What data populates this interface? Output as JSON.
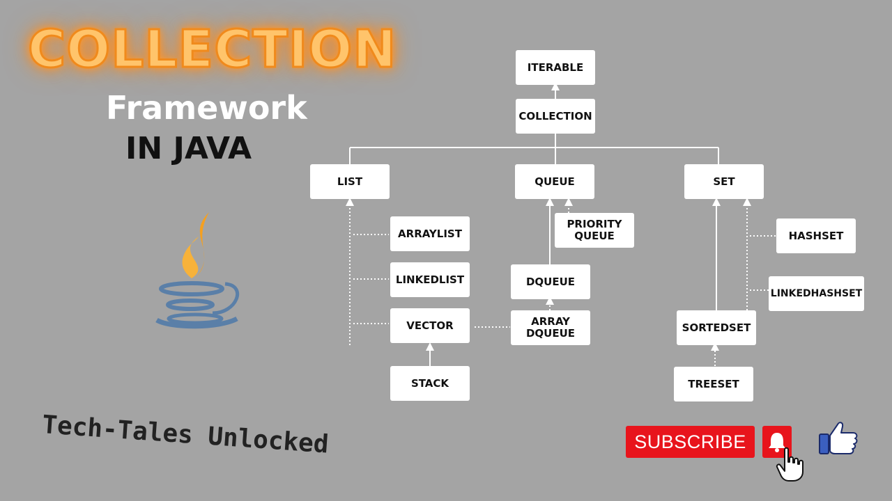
{
  "title": {
    "main": "COLLECTION",
    "sub": "Framework",
    "lang": "IN JAVA"
  },
  "brand": "Tech-Tales Unlocked",
  "subscribe": {
    "label": "SUBSCRIBE"
  },
  "diagram": {
    "nodes": {
      "iterable": "ITERABLE",
      "collection": "COLLECTION",
      "list": "LIST",
      "queue": "QUEUE",
      "set": "SET",
      "arraylist": "ARRAYLIST",
      "linkedlist": "LINKEDLIST",
      "vector": "VECTOR",
      "stack": "STACK",
      "priority_queue": "PRIORITY\nQUEUE",
      "dqueue": "DQUEUE",
      "array_dqueue": "ARRAY\nDQUEUE",
      "hashset": "HASHSET",
      "linkedhashset": "LINKEDHASHSET",
      "sortedset": "SORTEDSET",
      "treeset": "TREESET"
    }
  },
  "colors": {
    "background": "#a4a4a4",
    "title_glow": "#ff9a2e",
    "subscribe_red": "#e8141c",
    "like_blue": "#3b5fc0",
    "java_orange": "#f5a020",
    "java_blue": "#5a7fa8"
  },
  "icons": [
    "java-logo-icon",
    "bell-icon",
    "hand-cursor-icon",
    "thumbs-up-icon"
  ]
}
